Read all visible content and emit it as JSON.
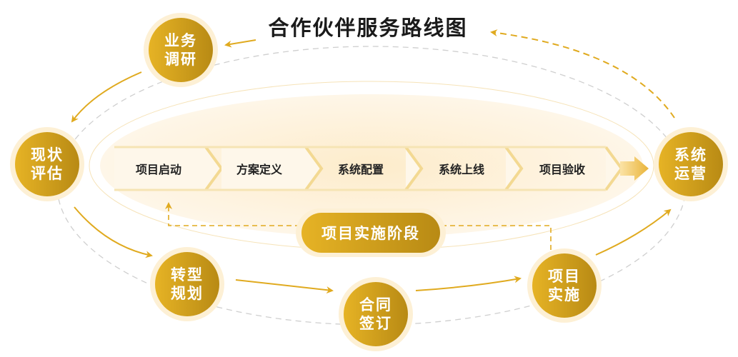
{
  "title": "合作伙伴服务路线图",
  "nodes": [
    {
      "line1": "业务",
      "line2": "调研"
    },
    {
      "line1": "现状",
      "line2": "评估"
    },
    {
      "line1": "转型",
      "line2": "规划"
    },
    {
      "line1": "合同",
      "line2": "签订"
    },
    {
      "line1": "项目",
      "line2": "实施"
    },
    {
      "line1": "系统",
      "line2": "运营"
    }
  ],
  "steps": [
    "项目启动",
    "方案定义",
    "系统配置",
    "系统上线",
    "项目验收"
  ],
  "phase_label": "项目实施阶段",
  "colors": {
    "gold": "#e0aa1f",
    "gold_dark": "#b88a14",
    "cream": "#fdf0d5",
    "dash_gray": "#cccccc"
  }
}
